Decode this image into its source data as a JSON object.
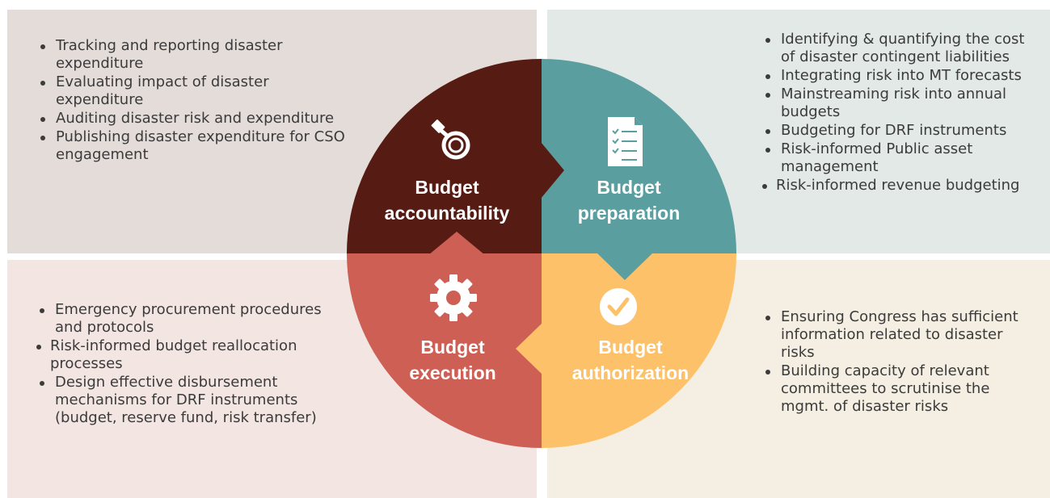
{
  "quadrants": {
    "accountability": {
      "title_line1": "Budget",
      "title_line2": "accountability",
      "color": "#561b12",
      "icon": "magnifying-glass-icon",
      "items": [
        "Tracking and reporting disaster expenditure",
        "Evaluating impact of disaster expenditure",
        "Auditing disaster risk and expenditure",
        "Publishing disaster expenditure for CSO engagement"
      ]
    },
    "preparation": {
      "title_line1": "Budget",
      "title_line2": "preparation",
      "color": "#5b9ea0",
      "icon": "checklist-document-icon",
      "items": [
        "Identifying & quantifying the cost of disaster contingent liabilities",
        "Integrating risk into MT forecasts",
        "Mainstreaming risk into annual budgets",
        "Budgeting for DRF instruments",
        "Risk-informed Public asset management",
        "Risk-informed revenue budgeting"
      ]
    },
    "execution": {
      "title_line1": "Budget",
      "title_line2": "execution",
      "color": "#ce5f55",
      "icon": "gear-icon",
      "items": [
        "Emergency procurement procedures and protocols",
        "Risk-informed budget reallocation processes",
        "Design effective disbursement mechanisms for DRF instruments (budget, reserve fund, risk transfer)"
      ]
    },
    "authorization": {
      "title_line1": "Budget",
      "title_line2": "authorization",
      "color": "#fcc169",
      "icon": "checkmark-circle-icon",
      "items": [
        "Ensuring Congress has sufficient information related to disaster risks",
        "Building capacity of relevant committees to scrutinise the mgmt. of disaster risks"
      ]
    }
  }
}
